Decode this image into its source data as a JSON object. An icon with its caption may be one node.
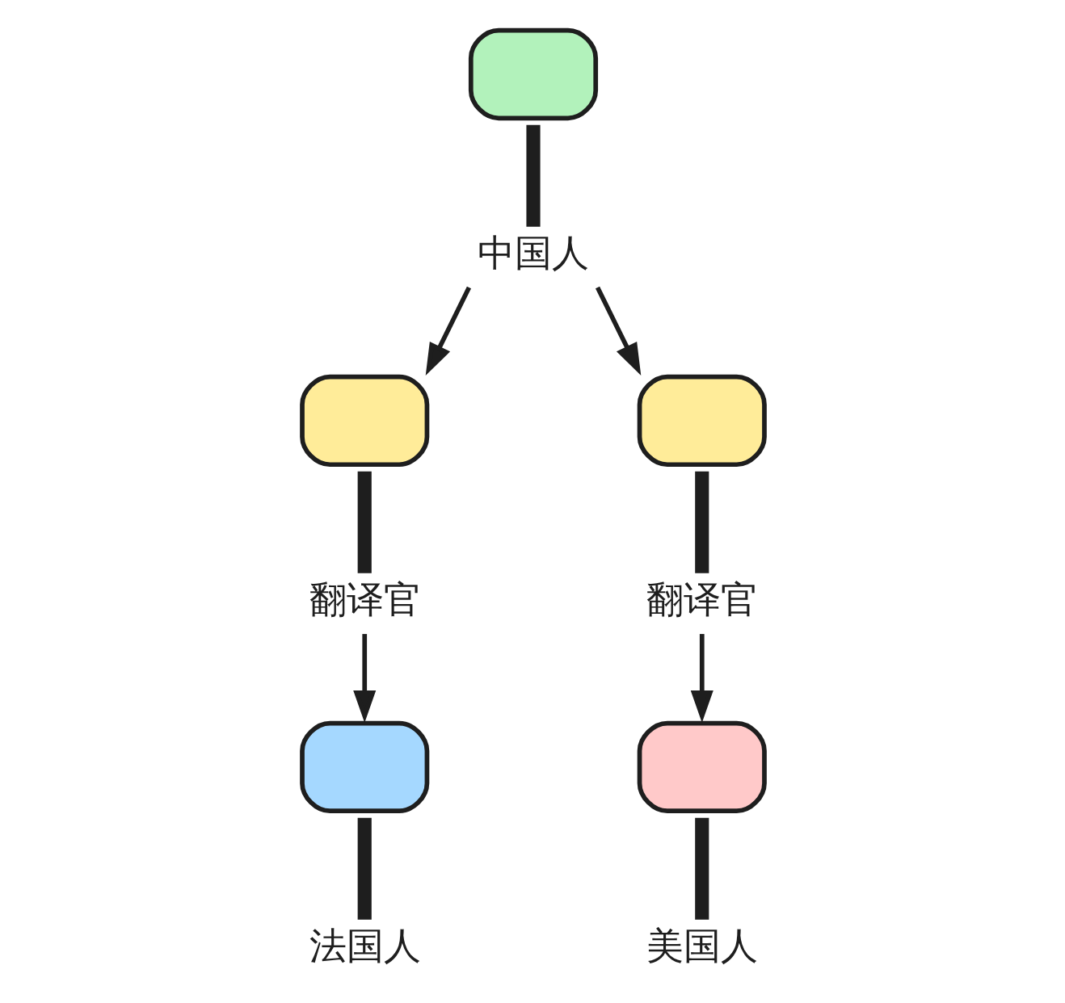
{
  "diagram": {
    "nodes": [
      {
        "text": [
          "中国人"
        ]
      },
      {
        "text": [
          "翻译官"
        ]
      },
      {
        "text": [
          "翻译官"
        ]
      },
      {
        "text": [
          "法国人"
        ]
      },
      {
        "text": [
          "美国人"
        ]
      }
    ],
    "edges": [
      {
        "from": 0,
        "to": 1,
        "arrow": "to"
      },
      {
        "from": 0,
        "to": 2,
        "arrow": "to"
      },
      {
        "from": 1,
        "to": 3,
        "arrow": "to"
      },
      {
        "from": 2,
        "to": 4,
        "arrow": "to"
      }
    ]
  }
}
